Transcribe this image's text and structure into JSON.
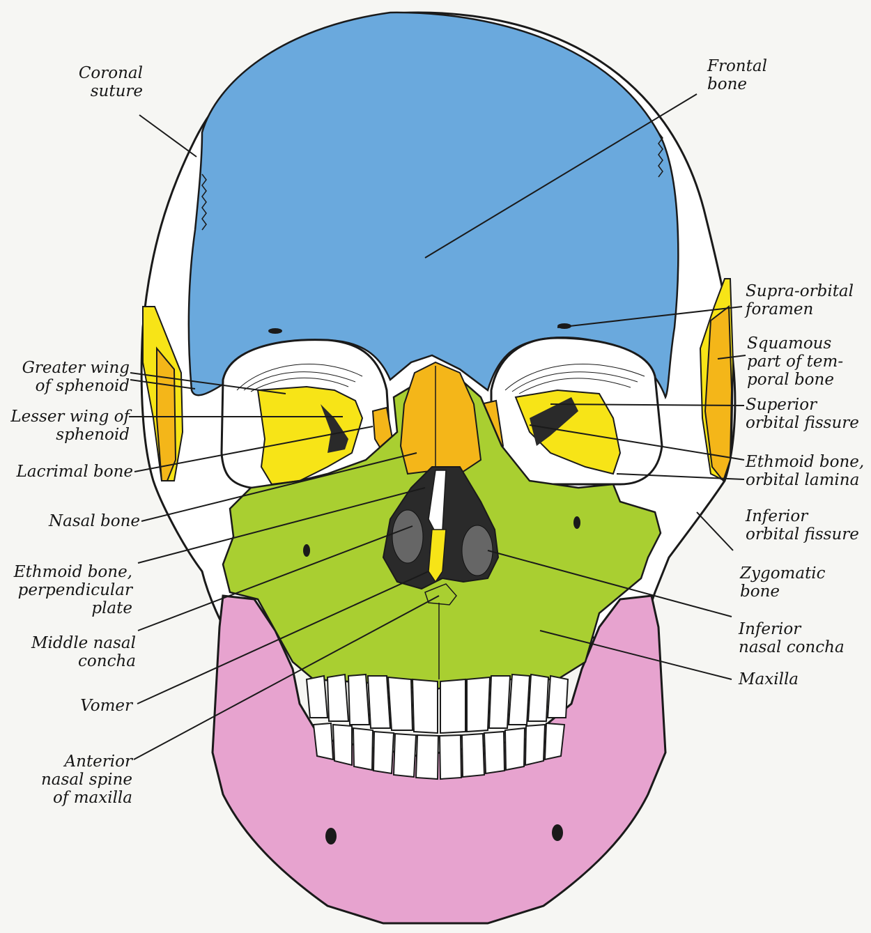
{
  "colors": {
    "frontal": "#6aa9dd",
    "sphenoid": "#f7e417",
    "temporal": "#f4b619",
    "maxilla": "#a9cf31",
    "mandible": "#e7a3cf",
    "nasal_cavity": "#2a2a2a",
    "bone_white": "#ffffff",
    "outline": "#1a1a1a",
    "paper": "#f6f6f3"
  },
  "labels": {
    "coronal_suture": "Coronal\nsuture",
    "frontal_bone": "Frontal\nbone",
    "supraorbital_foramen": "Supra-orbital\nforamen",
    "squamous_temporal": "Squamous\npart of tem-\nporal bone",
    "superior_orbital_fissure": "Superior\norbital fissure",
    "ethmoid_orbital_lamina": "Ethmoid bone,\norbital lamina",
    "inferior_orbital_fissure": "Inferior\norbital fissure",
    "zygomatic_bone": "Zygomatic\nbone",
    "inferior_nasal_concha": "Inferior\nnasal concha",
    "maxilla": "Maxilla",
    "greater_wing_sphenoid": "Greater wing\nof sphenoid",
    "lesser_wing_sphenoid": "Lesser wing of\nsphenoid",
    "lacrimal_bone": "Lacrimal bone",
    "nasal_bone": "Nasal bone",
    "ethmoid_perpendicular": "Ethmoid bone,\nperpendicular\nplate",
    "middle_nasal_concha": "Middle nasal\nconcha",
    "vomer": "Vomer",
    "anterior_nasal_spine": "Anterior\nnasal spine\nof maxilla"
  }
}
